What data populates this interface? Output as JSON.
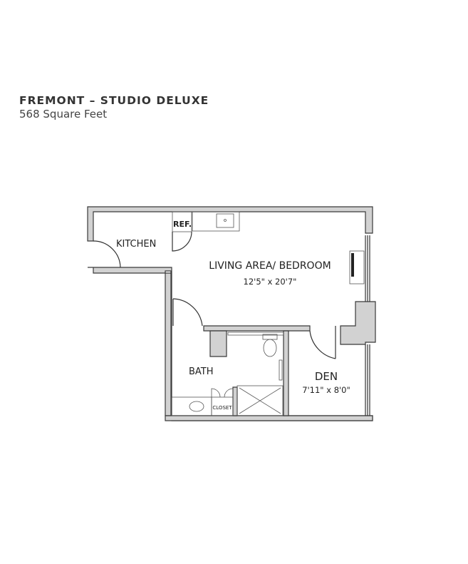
{
  "header": {
    "title": "FREMONT – STUDIO DELUXE",
    "subtitle": "568 Square Feet"
  },
  "floorplan": {
    "rooms": {
      "kitchen": "KITCHEN",
      "refrigerator": "REF.",
      "living": "LIVING AREA/ BEDROOM",
      "living_dims": "12'5\" x 20'7\"",
      "bath": "BATH",
      "closet": "CLOSET",
      "den": "DEN",
      "den_dims": "7'11\" x 8'0\""
    },
    "colors": {
      "wall_fill": "#d2d2d2",
      "wall_stroke": "#3a3a3a"
    }
  }
}
